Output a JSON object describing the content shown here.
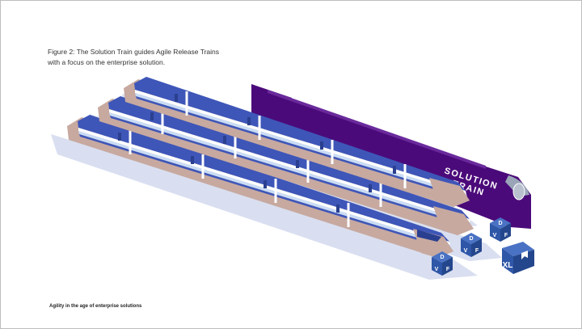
{
  "caption": {
    "line1": "Figure 2: The Solution Train guides Agile Release Trains",
    "line2": "with a focus on the enterprise solution."
  },
  "solution_train": {
    "line1": "SOLUTION",
    "line2": "TRAIN"
  },
  "cubes": [
    {
      "top": "D",
      "left": "V",
      "right": "F"
    },
    {
      "top": "D",
      "left": "V",
      "right": "F"
    },
    {
      "top": "D",
      "left": "V",
      "right": "F"
    }
  ],
  "xl_box": {
    "label": "XL"
  },
  "footer": {
    "text": "Agility in the age of enterprise solutions"
  },
  "colors": {
    "purple": "#4b0a7a",
    "train_blue": "#3e56b8",
    "train_light": "#c9dcf5",
    "train_rose": "#c49aa8",
    "shadow": "#d6dcef",
    "cube_blue": "#2f57a8"
  }
}
